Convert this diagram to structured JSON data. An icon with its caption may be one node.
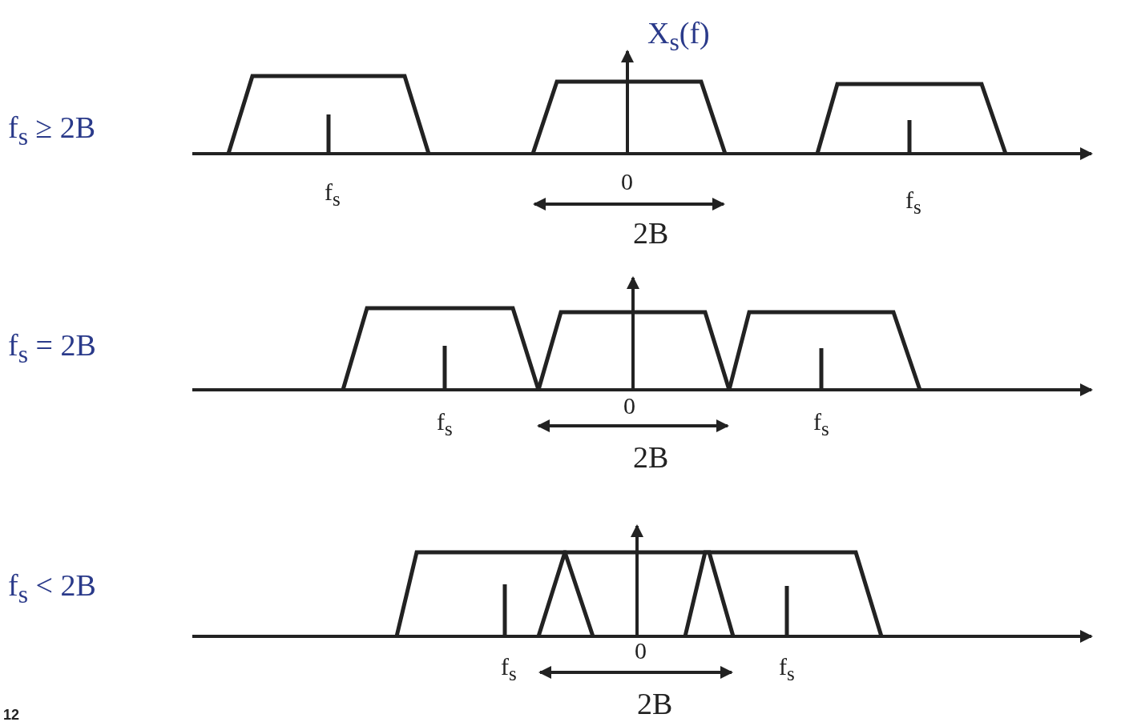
{
  "diagram": {
    "labels": [
      "X$_{s}$(f)",
      "f$_{s}$ ≥ 2B",
      "f$_{s}$",
      "0",
      "f$_{s}$",
      "2B",
      "f$_{s}$ = 2B",
      "f$_{s}$",
      "0",
      "f$_{s}$",
      "2B",
      "f$_{s}$ < 2B",
      "f$_{s}$",
      "0",
      "f$_{s}$",
      "2B",
      "12"
    ]
  }
}
